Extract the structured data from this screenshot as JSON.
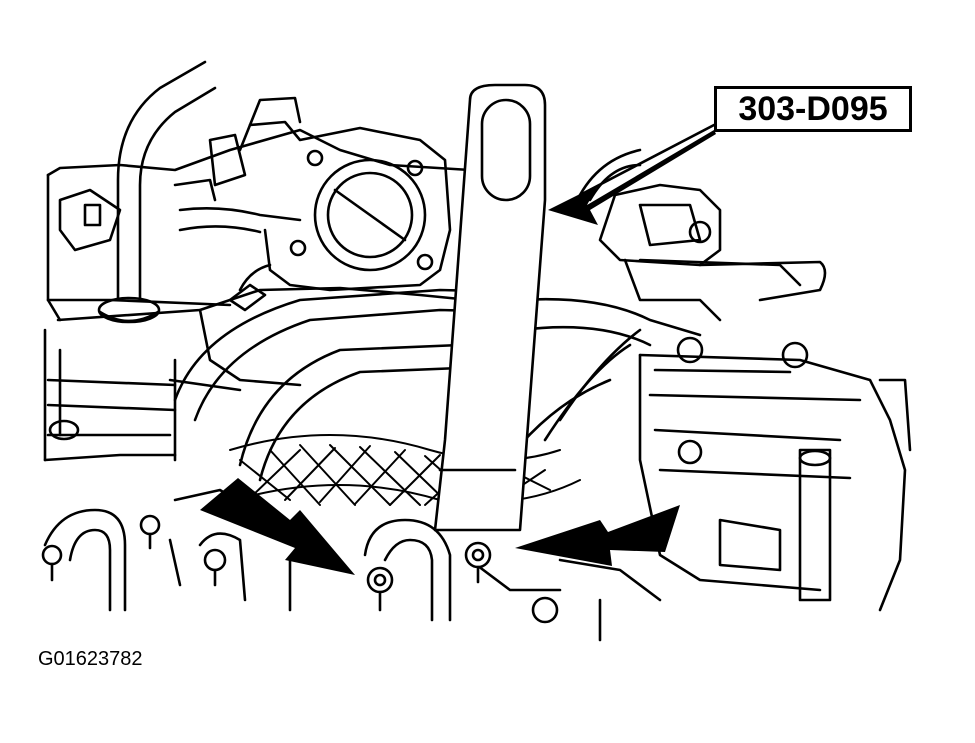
{
  "callout": {
    "label": "303-D095"
  },
  "figure": {
    "id": "G01623782"
  },
  "colors": {
    "ink": "#000000",
    "paper": "#ffffff"
  },
  "icons": [
    "bolt-icon",
    "arrow-icon",
    "wrench-tool"
  ]
}
